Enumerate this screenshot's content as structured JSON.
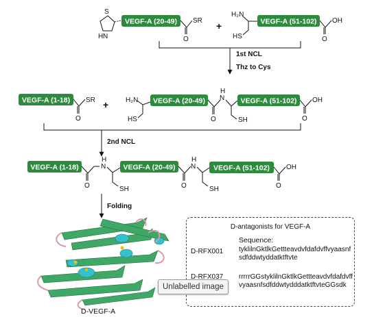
{
  "segments": {
    "seg_20_49": "VEGF-A (20-49)",
    "seg_51_102": "VEGF-A (51-102)",
    "seg_1_18": "VEGF-A (1-18)"
  },
  "atoms": {
    "S": "S",
    "N": "N",
    "H": "H",
    "O": "O",
    "SR": "SR",
    "OH": "OH",
    "H2N": "H₂N",
    "HS": "HS",
    "SH": "SH"
  },
  "operators": {
    "plus": "+"
  },
  "steps": {
    "first_ncl": "1st NCL",
    "thz_to_cys": "Thz to Cys",
    "second_ncl": "2nd NCL",
    "folding": "Folding"
  },
  "protein_label": "D-VEGF-A",
  "antagonists": {
    "title": "D-antagonists for VEGF-A",
    "sequence_header": "Sequence:",
    "items": [
      {
        "id": "D-RFX001",
        "sequence": "tyklilnGktlkGettteavdvfdafdvffvyaasnfsdfddwtyddatktftvte"
      },
      {
        "id": "D-RFX037",
        "sequence": "rrrrrGGstyklilnGktlkGettteavdvfdafdvffvyaasnfsdfddwtydddatktftvteGGsdk"
      }
    ]
  },
  "tooltip": "Unlabelled image"
}
